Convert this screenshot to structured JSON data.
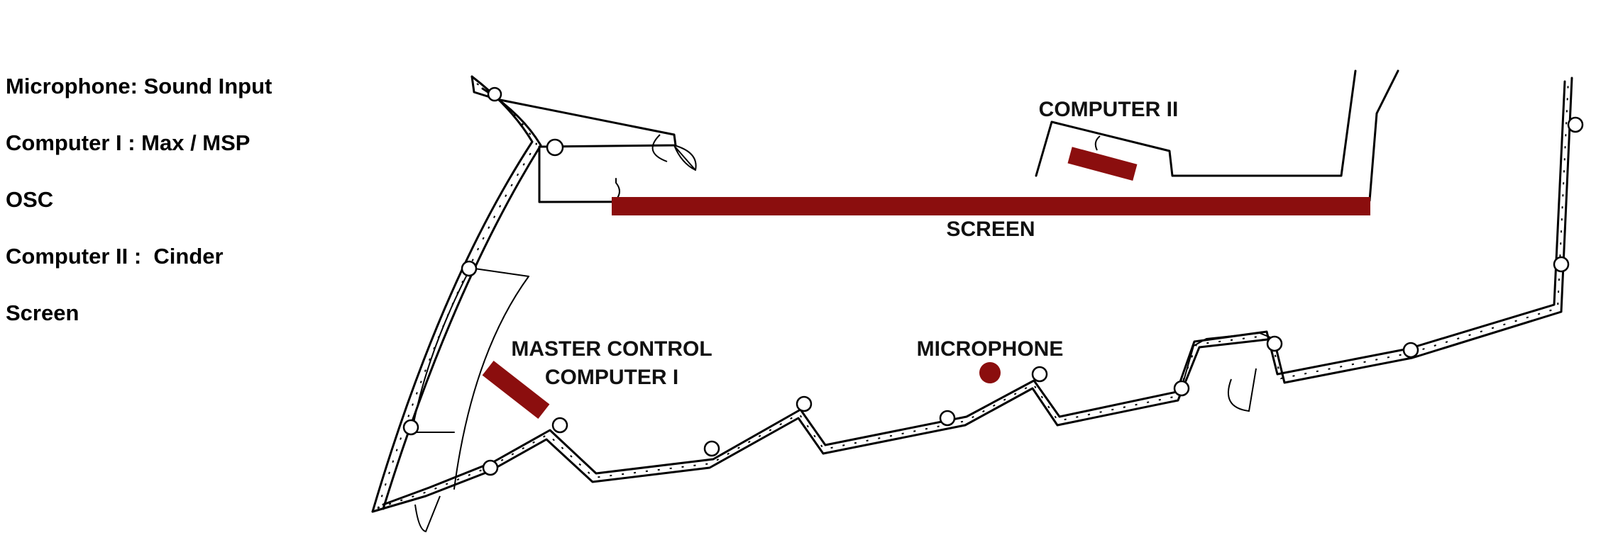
{
  "legend": [
    "Microphone: Sound Input",
    "Computer I : Max / MSP",
    "OSC",
    "Computer II :  Cinder",
    "Screen"
  ],
  "labels": {
    "computer_ii": "COMPUTER II",
    "screen": "SCREEN",
    "master_control": "MASTER CONTROL",
    "computer_i": "COMPUTER I",
    "microphone": "MICROPHONE"
  },
  "colors": {
    "accent": "#8b0e0e",
    "line": "#000000"
  }
}
